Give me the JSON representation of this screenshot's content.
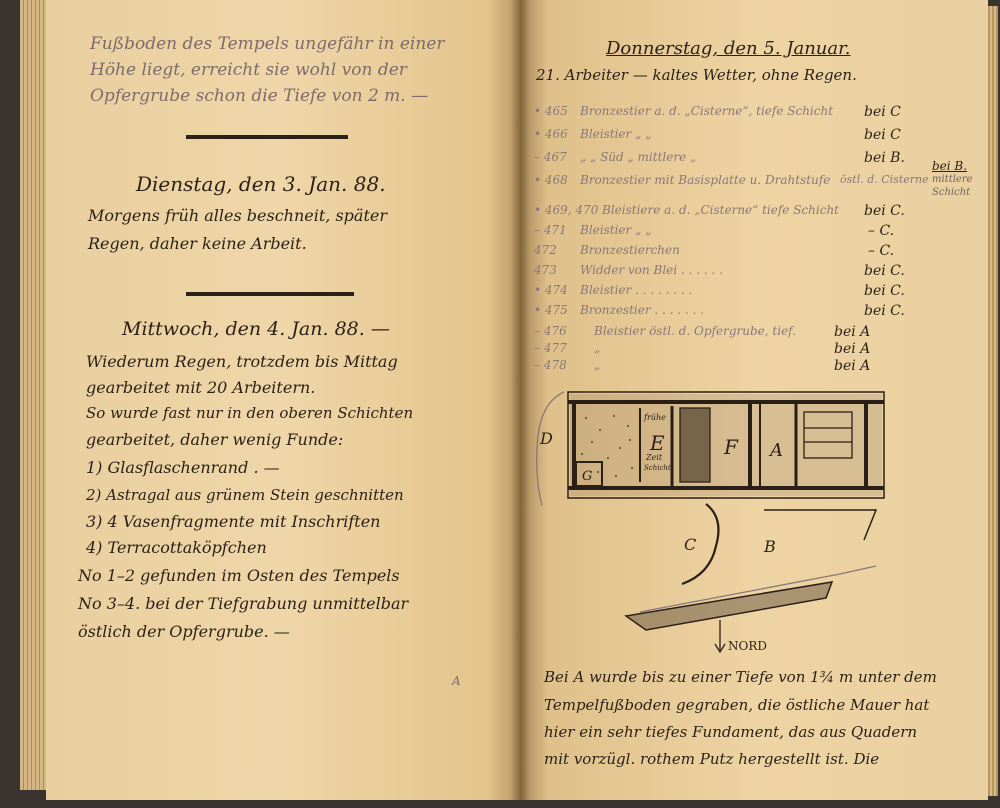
{
  "left_page": {
    "lines": [
      "Fußboden des Tempels ungefähr in einer",
      "Höhe liegt, erreicht sie wohl von der",
      "Opfergrube schon die Tiefe von 2 m. —"
    ],
    "entries": [
      {
        "heading": "Dienstag, den 3. Jan. 88.",
        "lines": [
          "Morgens früh alles beschneit, später",
          "Regen, daher keine Arbeit."
        ]
      },
      {
        "heading": "Mittwoch, den 4. Jan. 88. —",
        "lines": [
          "Wiederum Regen, trotzdem bis Mittag",
          "gearbeitet mit 20 Arbeitern.",
          "So wurde fast nur in den oberen Schichten",
          "gearbeitet, daher wenig Funde:",
          "1) Glasflaschenrand . —",
          "2) Astragal aus grünem Stein geschnitten",
          "3) 4 Vasenfragmente mit Inschriften",
          "4) Terracottaköpfchen",
          "No 1–2 gefunden im Osten des Tempels",
          "No 3–4. bei der Tiefgrabung unmittelbar",
          "östlich der Opfergrube. —"
        ]
      }
    ],
    "mark": "A"
  },
  "right_page": {
    "heading": "Donnerstag, den 5. Januar.",
    "subheading": "21. Arbeiter — kaltes Wetter, ohne Regen.",
    "finds": [
      {
        "no": "• 465",
        "desc": "Bronzestier a. d. „Cisterne“, tiefe Schicht",
        "loc": "bei C"
      },
      {
        "no": "• 466",
        "desc": "Bleistier „ „",
        "loc": "bei C"
      },
      {
        "no": "– 467",
        "desc": "„ „ Süd „ mittlere „",
        "loc": "bei B."
      },
      {
        "no": "• 468",
        "desc": "Bronzestier mit Basisplatte u. Drahtstufe",
        "loc": "östl. d. Cisterne"
      },
      {
        "no": "• 469, 470",
        "desc": "Bleistiere a. d. „Cisterne“ tiefe Schicht",
        "loc": "bei C."
      },
      {
        "no": "– 471",
        "desc": "Bleistier „ „",
        "loc": "– C."
      },
      {
        "no": "472",
        "desc": "Bronzestierchen",
        "loc": "– C."
      },
      {
        "no": "473",
        "desc": "Widder von Blei . . . . . .",
        "loc": "bei C."
      },
      {
        "no": "• 474",
        "desc": "Bleistier . . . . . . . .",
        "loc": "bei C."
      },
      {
        "no": "• 475",
        "desc": "Bronzestier . . . . . . .",
        "loc": "bei C."
      },
      {
        "no": "– 476",
        "desc": "Bleistier östl. d. Opfergrube, tief.",
        "loc": "bei A"
      },
      {
        "no": "– 477",
        "desc": "„",
        "loc": "bei A"
      },
      {
        "no": "– 478",
        "desc": "„",
        "loc": "bei A"
      }
    ],
    "margin_note": [
      "bei B.",
      "mittlere",
      "Schicht"
    ],
    "sketch": {
      "labels": {
        "D": "D",
        "E": "E",
        "F": "F",
        "A": "A",
        "G": "G",
        "C": "C",
        "B": "B"
      },
      "inner_note": [
        "frühe",
        "Zeit",
        "Schicht"
      ],
      "compass": "NORD"
    },
    "lines": [
      "Bei A wurde bis zu einer Tiefe von 1¾ m unter dem",
      "Tempelfußboden gegraben, die östliche Mauer hat",
      "hier ein sehr tiefes Fundament, das aus Quadern",
      "mit vorzügl. rothem Putz hergestellt ist. Die"
    ]
  },
  "colors": {
    "paper": "#eed3a3",
    "ink": "#2a1f16",
    "pencil": "#8a7779"
  }
}
